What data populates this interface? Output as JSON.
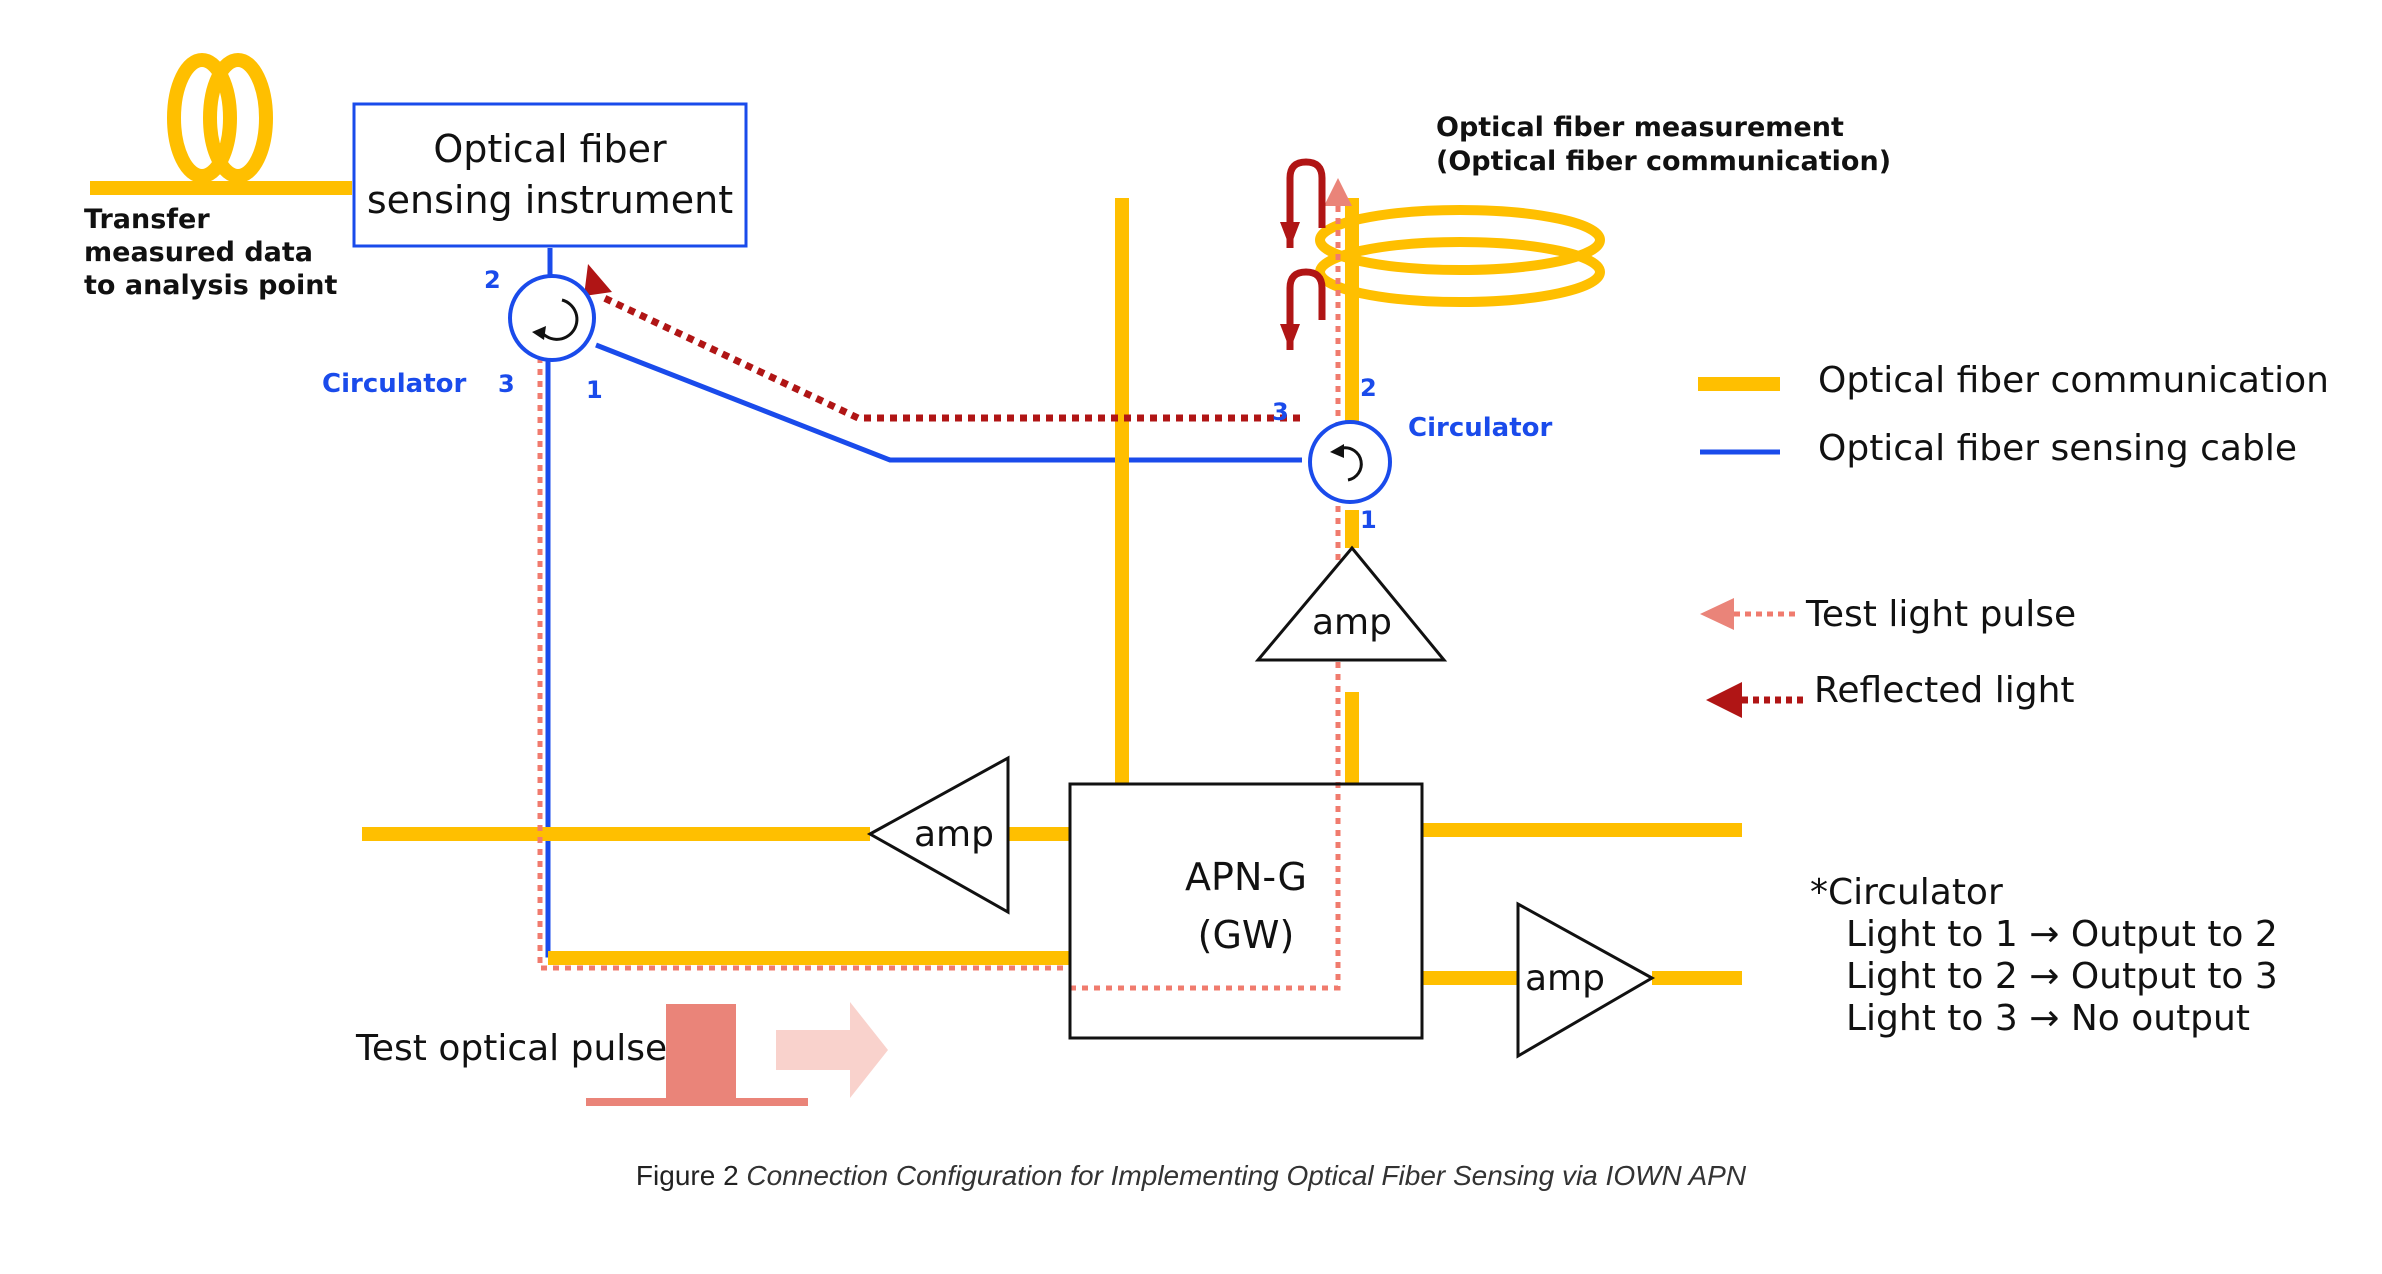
{
  "colors": {
    "fiber": "#FFBF00",
    "sensing": "#1A4BEB",
    "test_light": "#F07B6E",
    "reflected": "#B01515",
    "pulse_fill": "#EA8479",
    "pulse_arrow": "#F9D2CC",
    "text": "#111111",
    "blue_text": "#1A4BEB"
  },
  "instrument": {
    "line1": "Optical fiber",
    "line2": "sensing instrument"
  },
  "transfer_note": {
    "line1": "Transfer",
    "line2": "measured data",
    "line3": "to analysis point"
  },
  "measurement_note": {
    "line1": "Optical fiber measurement",
    "line2": "(Optical fiber communication)"
  },
  "circulator_left": {
    "label": "Circulator",
    "port1": "1",
    "port2": "2",
    "port3": "3"
  },
  "circulator_right": {
    "label": "Circulator",
    "port1": "1",
    "port2": "2",
    "port3": "3"
  },
  "amp_label": "amp",
  "gateway": {
    "line1": "APN-G",
    "line2": "(GW)"
  },
  "test_pulse_label": "Test optical pulse",
  "legend": {
    "fiber_comm": "Optical fiber communication",
    "sensing_cable": "Optical fiber sensing cable",
    "test_light": "Test light pulse",
    "reflected": "Reflected light"
  },
  "circulator_note": {
    "title": "*Circulator",
    "line1": "Light to 1 → Output to 2",
    "line2": "Light to 2 → Output to 3",
    "line3": "Light to 3 → No output"
  },
  "caption": {
    "prefix": "Figure 2",
    "text": "Connection Configuration for Implementing Optical Fiber Sensing via IOWN APN"
  }
}
